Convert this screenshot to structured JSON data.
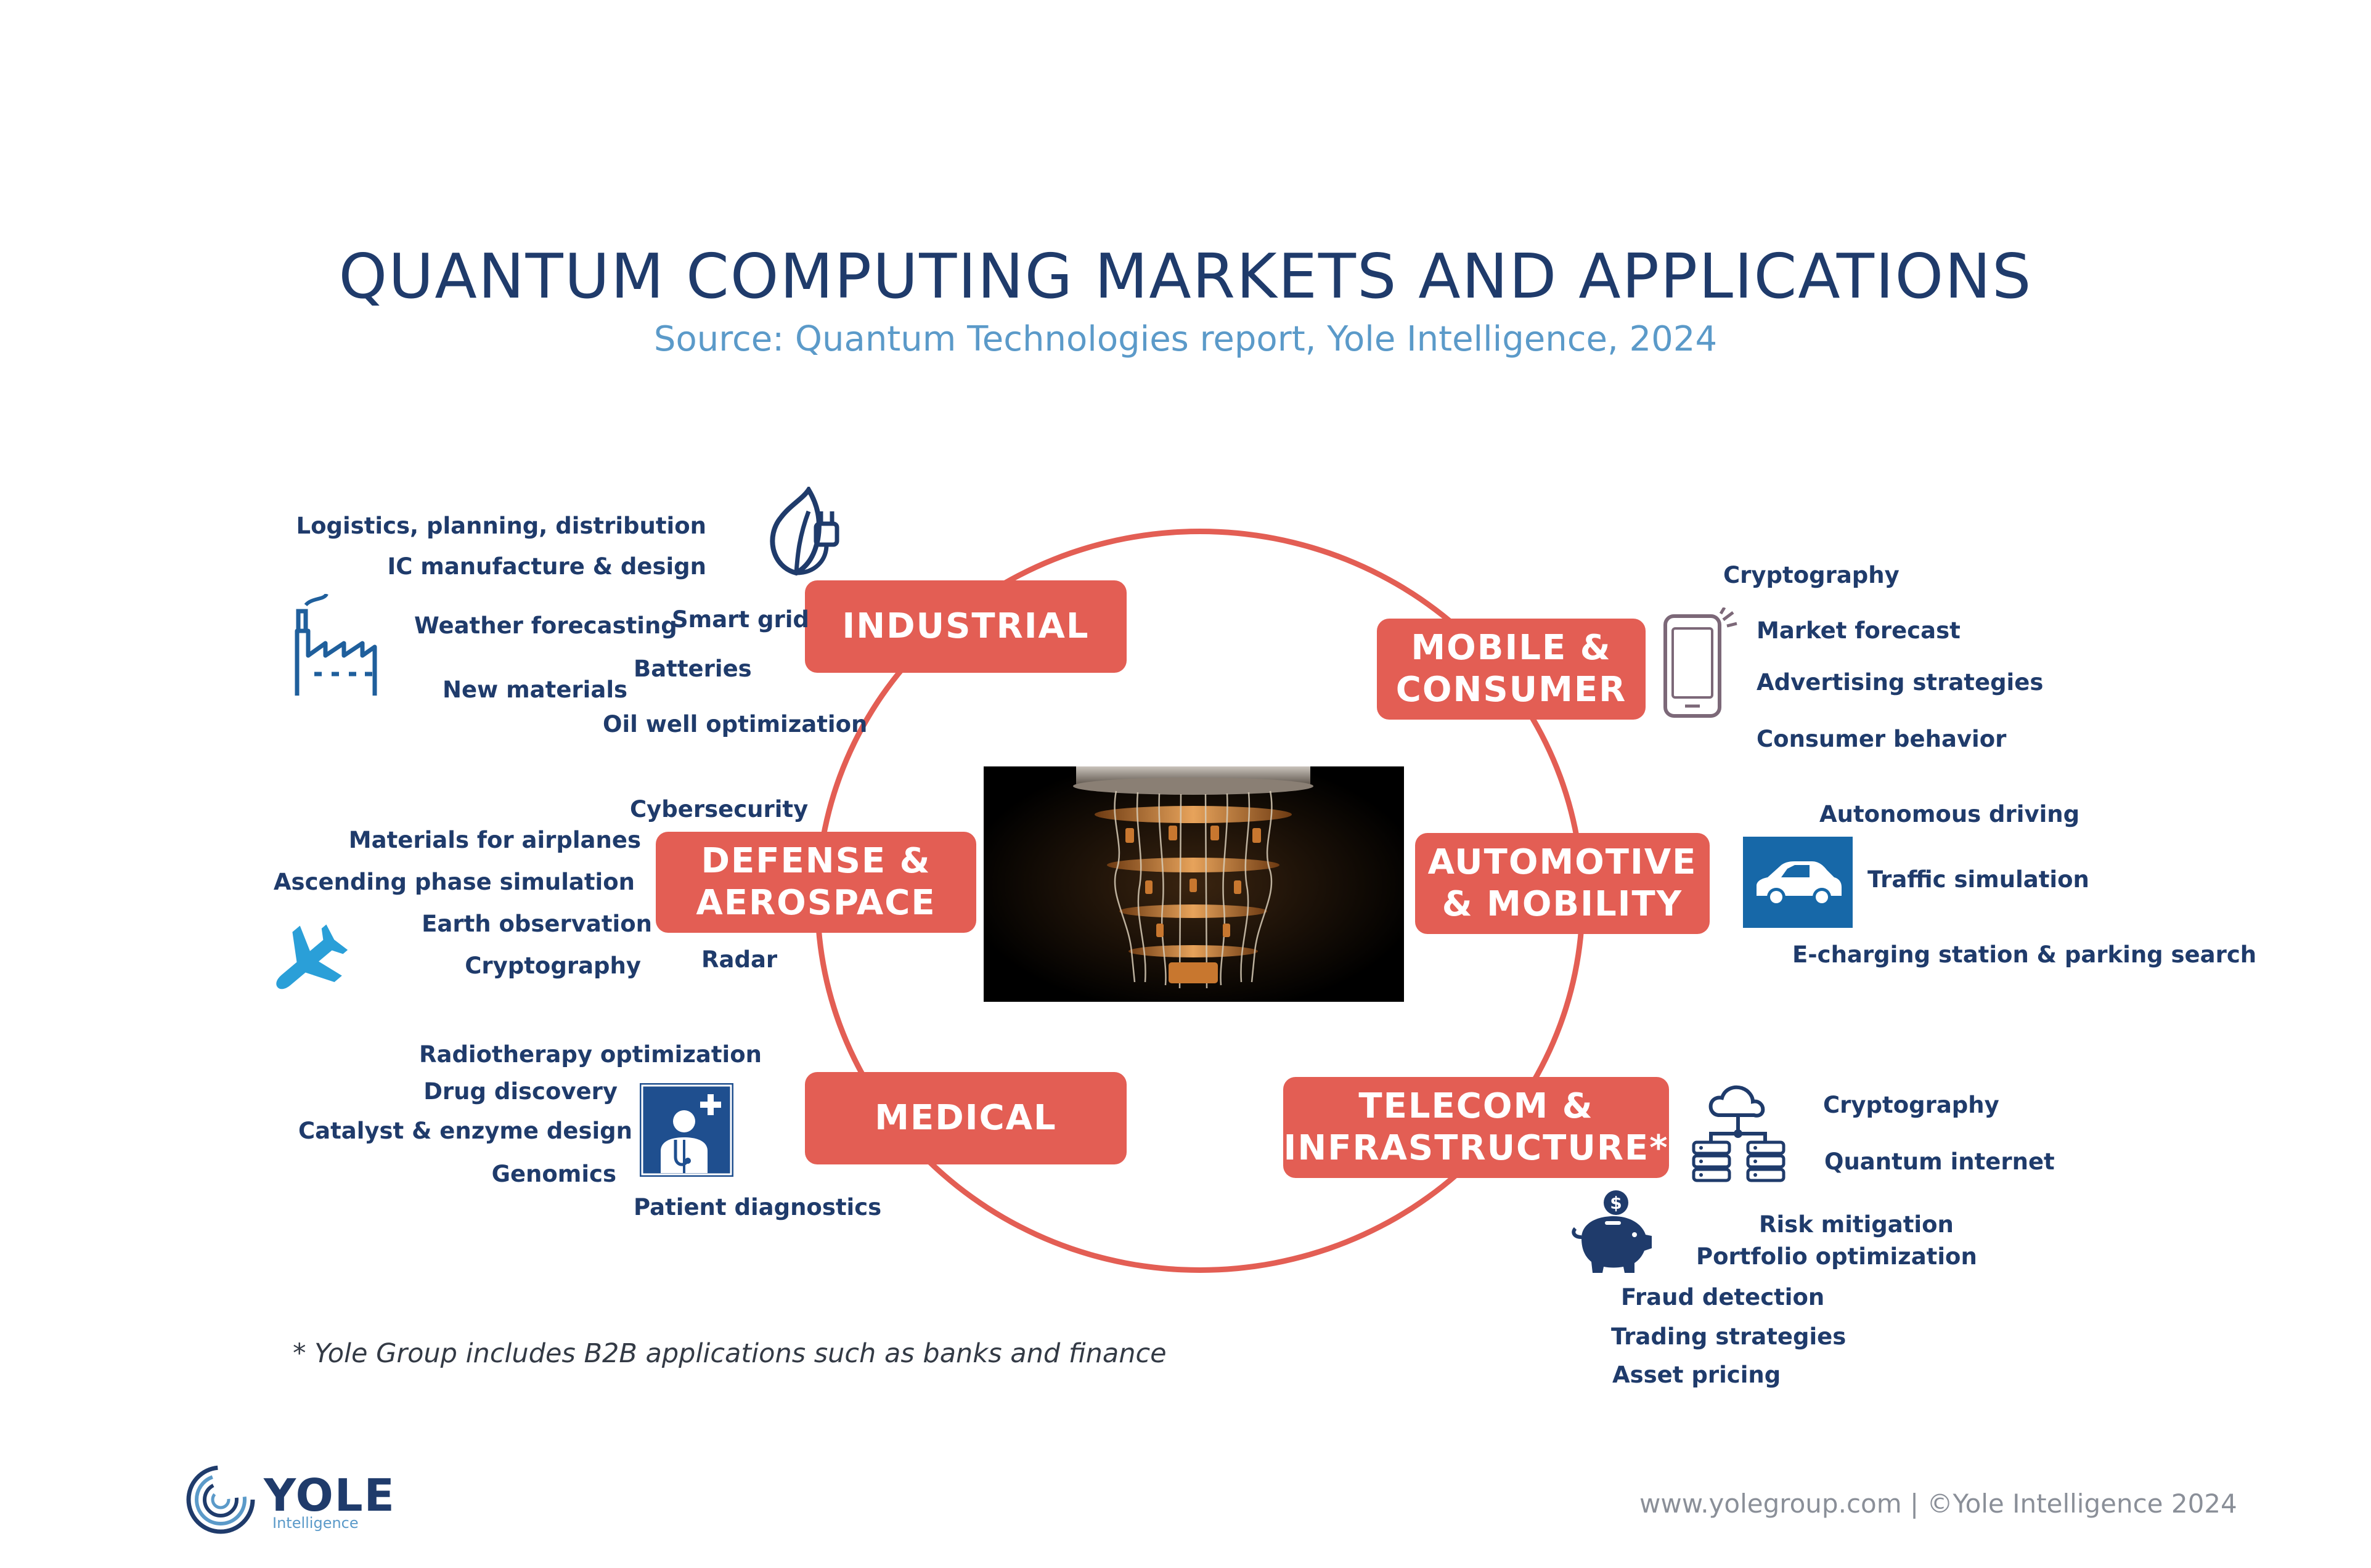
{
  "header": {
    "title": "QUANTUM COMPUTING MARKETS AND APPLICATIONS",
    "subtitle": "Source: Quantum Technologies report, Yole Intelligence, 2024"
  },
  "categories": {
    "industrial": "INDUSTRIAL",
    "mobile": "MOBILE &\nCONSUMER",
    "defense": "DEFENSE &\nAEROSPACE",
    "automotive": "AUTOMOTIVE\n& MOBILITY",
    "medical": "MEDICAL",
    "telecom": "TELECOM &\nINFRASTRUCTURE*"
  },
  "industrial": {
    "logistics": "Logistics, planning, distribution",
    "ic": "IC manufacture & design",
    "weather": "Weather forecasting",
    "smart_grid": "Smart grid",
    "batteries": "Batteries",
    "new_materials": "New materials",
    "oil_well": "Oil well optimization"
  },
  "mobile": {
    "cryptography": "Cryptography",
    "market_forecast": "Market forecast",
    "advertising": "Advertising strategies",
    "consumer_behavior": "Consumer behavior"
  },
  "defense": {
    "cybersecurity": "Cybersecurity",
    "materials_airplanes": "Materials for airplanes",
    "ascending": "Ascending phase simulation",
    "earth_observation": "Earth observation",
    "cryptography": "Cryptography",
    "radar": "Radar"
  },
  "automotive": {
    "autonomous": "Autonomous driving",
    "traffic": "Traffic simulation",
    "echarging": "E-charging station & parking search"
  },
  "medical": {
    "radiotherapy": "Radiotherapy optimization",
    "drug": "Drug discovery",
    "catalyst": "Catalyst & enzyme design",
    "genomics": "Genomics",
    "patient": "Patient diagnostics"
  },
  "telecom": {
    "cryptography": "Cryptography",
    "quantum_internet": "Quantum internet",
    "risk": "Risk mitigation",
    "portfolio": "Portfolio optimization",
    "fraud": "Fraud detection",
    "trading": "Trading strategies",
    "asset": "Asset pricing"
  },
  "note": "* Yole Group includes B2B applications such as banks and finance",
  "footer": "www.yolegroup.com | ©Yole Intelligence 2024",
  "logo": {
    "name": "YOLE",
    "sub": "Intelligence"
  },
  "icons": {
    "industrial": "leaf-plug-icon",
    "factory": "factory-icon",
    "mobile": "smartphone-icon",
    "defense": "airplane-icon",
    "automotive": "car-icon",
    "medical": "doctor-icon",
    "telecom": "cloud-server-icon",
    "finance": "piggy-bank-icon"
  },
  "colors": {
    "accent": "#e35e54",
    "navy": "#1f3b6b",
    "light_blue": "#5b9ac9"
  }
}
